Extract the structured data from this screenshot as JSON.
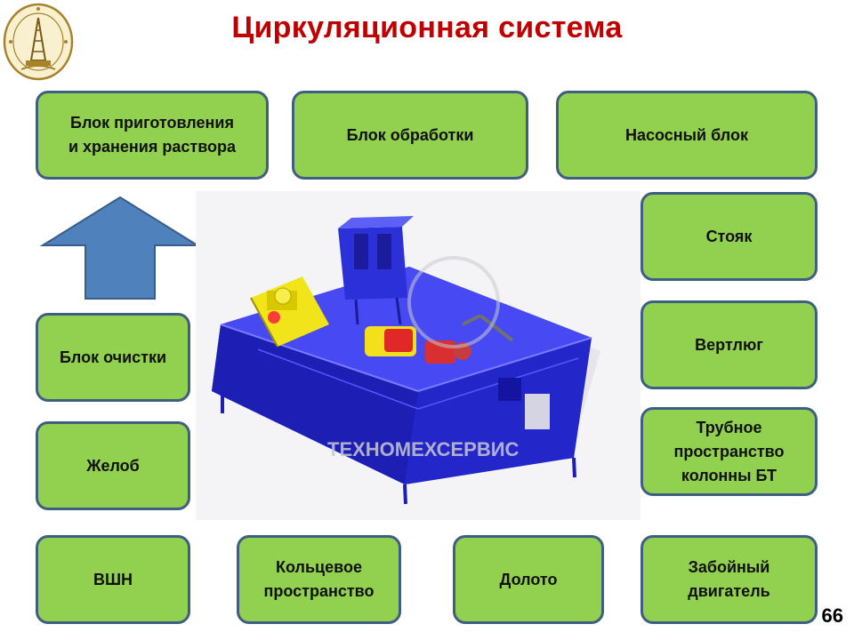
{
  "slide": {
    "title": "Циркуляционная система",
    "page_number": "66"
  },
  "boxes": {
    "prep": "Блок приготовления\nи хранения раствора",
    "treatment": "Блок обработки",
    "pump": "Насосный блок",
    "standpipe": "Стояк",
    "swivel": "Вертлюг",
    "pipe_space": "Трубное\nпространство\nколонны БТ",
    "motor": "Забойный\nдвигатель",
    "bit": "Долото",
    "annulus": "Кольцевое\nпространство",
    "vshn": "ВШН",
    "gutter": "Желоб",
    "cleaning": "Блок очистки"
  },
  "photo": {
    "watermark": "ТЕХНОМЕХСЕРВИС"
  },
  "colors": {
    "box_fill": "#92d050",
    "box_border": "#3e5e82",
    "arrow_fill": "#4f81bd",
    "title": "#c00000"
  }
}
